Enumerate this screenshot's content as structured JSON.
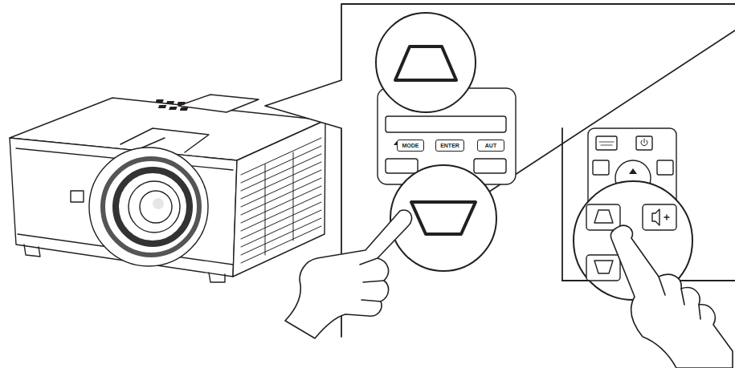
{
  "diagram": {
    "nodes": [
      {
        "text": [
          "MODE"
        ]
      },
      {
        "text": [
          "ENTER"
        ]
      },
      {
        "text": [
          "AUT"
        ]
      }
    ]
  }
}
